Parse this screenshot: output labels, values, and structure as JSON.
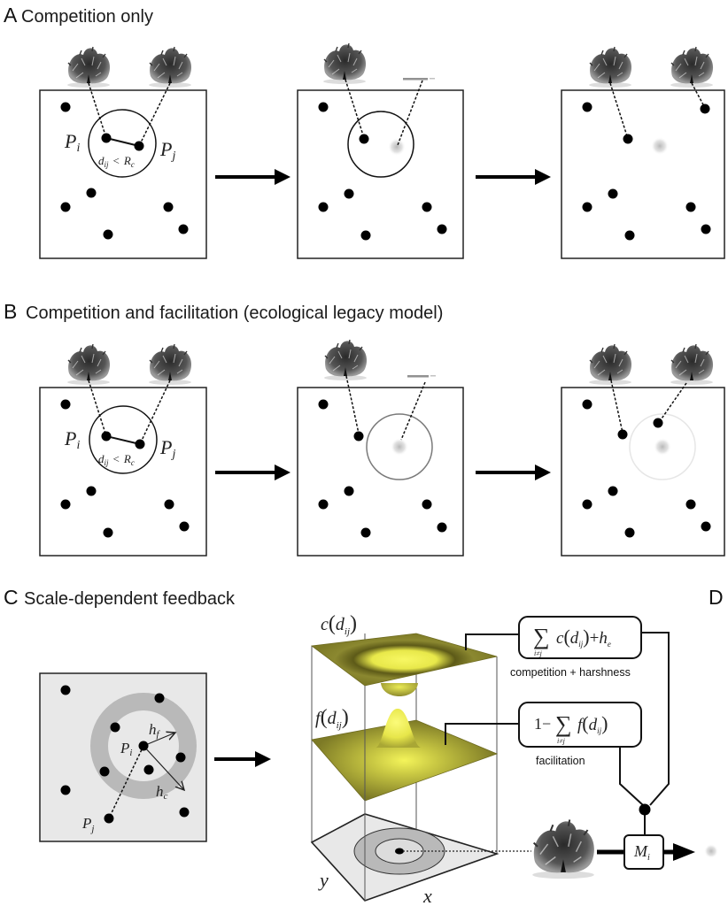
{
  "figure": {
    "panels": [
      {
        "letter": "A",
        "title": "Competition only",
        "stages": 3,
        "labels": {
          "pi": "P",
          "pi_sub": "i",
          "pj": "P",
          "pj_sub": "j",
          "condition_d": "d",
          "condition_d_sub": "ij",
          "condition_op": "<",
          "condition_r": "R",
          "condition_r_sub": "c"
        }
      },
      {
        "letter": "B",
        "title": "Competition and facilitation (ecological legacy model)",
        "stages": 3,
        "labels": {
          "pi": "P",
          "pi_sub": "i",
          "pj": "P",
          "pj_sub": "j",
          "condition_d": "d",
          "condition_d_sub": "ij",
          "condition_op": "<",
          "condition_r": "R",
          "condition_r_sub": "c"
        }
      },
      {
        "letter": "C",
        "title": "Scale-dependent feedback",
        "labels": {
          "pi": "P",
          "pi_sub": "i",
          "pj": "P",
          "pj_sub": "j",
          "hf": "h",
          "hf_sub": "f",
          "hc": "h",
          "hc_sub": "c"
        }
      },
      {
        "letter": "D",
        "title": "",
        "surface_labels": {
          "c": "c",
          "f": "f",
          "arg": "d",
          "arg_sub": "ij",
          "axis_x": "x",
          "axis_y": "y"
        },
        "competition_box": {
          "sum": "∑",
          "sum_sub": "i≠j",
          "func": "c",
          "arg": "d",
          "arg_sub": "ij",
          "plus": "+",
          "h": "h",
          "h_sub": "e",
          "caption": "competition + harshness"
        },
        "facilitation_box": {
          "one_minus": "1−",
          "sum": "∑",
          "sum_sub": "i≠j",
          "func": "f",
          "arg": "d",
          "arg_sub": "ij",
          "caption": "facilitation"
        },
        "mortality_box": {
          "m": "M",
          "m_sub": "i"
        }
      }
    ],
    "colors": {
      "ink": "#000000",
      "surface_dark": "#7d7a26",
      "surface_light": "#f4f45a",
      "zone_gray": "#b9b9b9",
      "panel_bg_gray": "#e8e8e8",
      "dead_blur": "#bdbdbd"
    }
  }
}
